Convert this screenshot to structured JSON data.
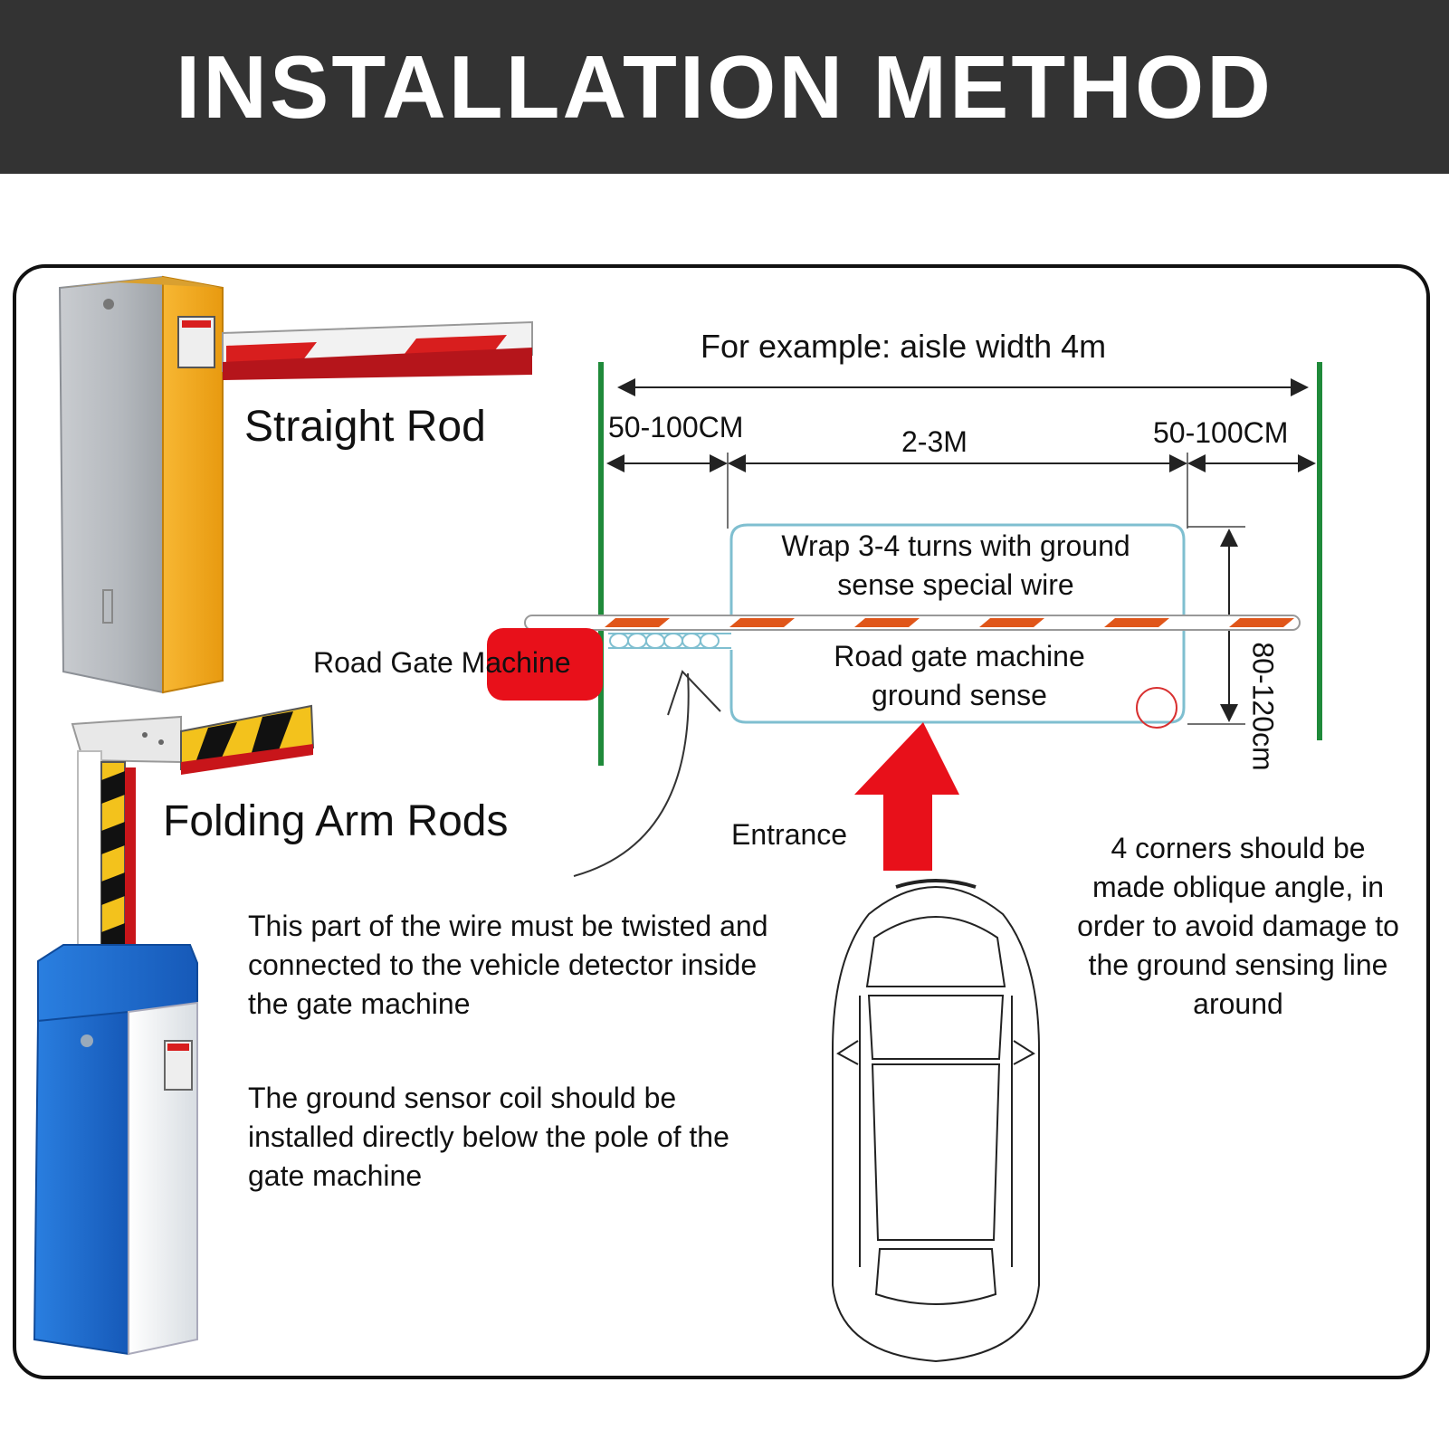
{
  "title": "INSTALLATION METHOD",
  "products": {
    "straight_rod": "Straight Rod",
    "folding_arm": "Folding Arm Rods"
  },
  "diagram": {
    "aisle_width": "For example: aisle width 4m",
    "dim_left": "50-100CM",
    "dim_center": "2-3M",
    "dim_right": "50-100CM",
    "dim_vertical": "80-120cm",
    "wrap_note": "Wrap 3-4 turns with ground sense special wire",
    "ground_sense": "Road gate machine ground sense",
    "road_gate_machine": "Road Gate Machine",
    "entrance": "Entrance"
  },
  "notes": {
    "twisted_wire": "This part of the wire must be twisted and connected to the vehicle detector inside the gate machine",
    "coil_position": "The ground sensor coil should be installed directly below the pole of the gate machine",
    "corners": "4 corners should be made oblique angle, in order to avoid damage to the ground sensing line around"
  },
  "colors": {
    "header_bg": "#333333",
    "barrier_orange": "#f5a623",
    "barrier_blue": "#1f6fd1",
    "stripe_red": "#d81e1e",
    "lane_green": "#1f8a3a",
    "loop_teal": "#7fbfd0",
    "arrow_red": "#e8101a"
  },
  "icons": [
    "straight-barrier-gate-icon",
    "folding-arm-barrier-icon",
    "car-top-view-icon",
    "entrance-arrow-icon"
  ]
}
